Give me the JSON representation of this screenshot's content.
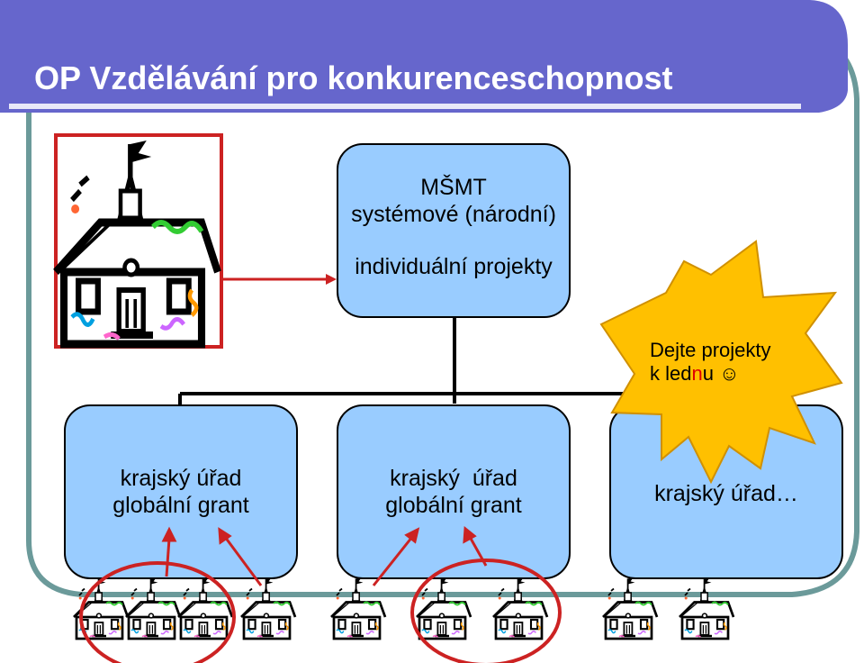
{
  "slide": {
    "title": "OP Vzdělávání pro konkurenceschopnost",
    "colors": {
      "title_bg": "#6666cc",
      "frame_border": "#6b9a9a",
      "box_fill": "#99ccff",
      "burst_fill": "#ffc000",
      "accent_red": "#cc2222"
    }
  },
  "top_box": {
    "line1": "MŠMT",
    "line2": "systémové (národní)",
    "line3": "individuální projekty"
  },
  "burst": {
    "line1": "Dejte projekty",
    "line2_pre": "k led",
    "line2_red": "n",
    "line2_post": "u ☺"
  },
  "boxes": [
    {
      "line1": "krajský úřad",
      "line2": "globální grant"
    },
    {
      "line1": "krajský  úřad",
      "line2": "globální grant"
    },
    {
      "line1": "krajský úřad…",
      "line2": ""
    }
  ],
  "icons": {
    "school_large": "school-building-icon",
    "school_small": "school-building-icon"
  }
}
